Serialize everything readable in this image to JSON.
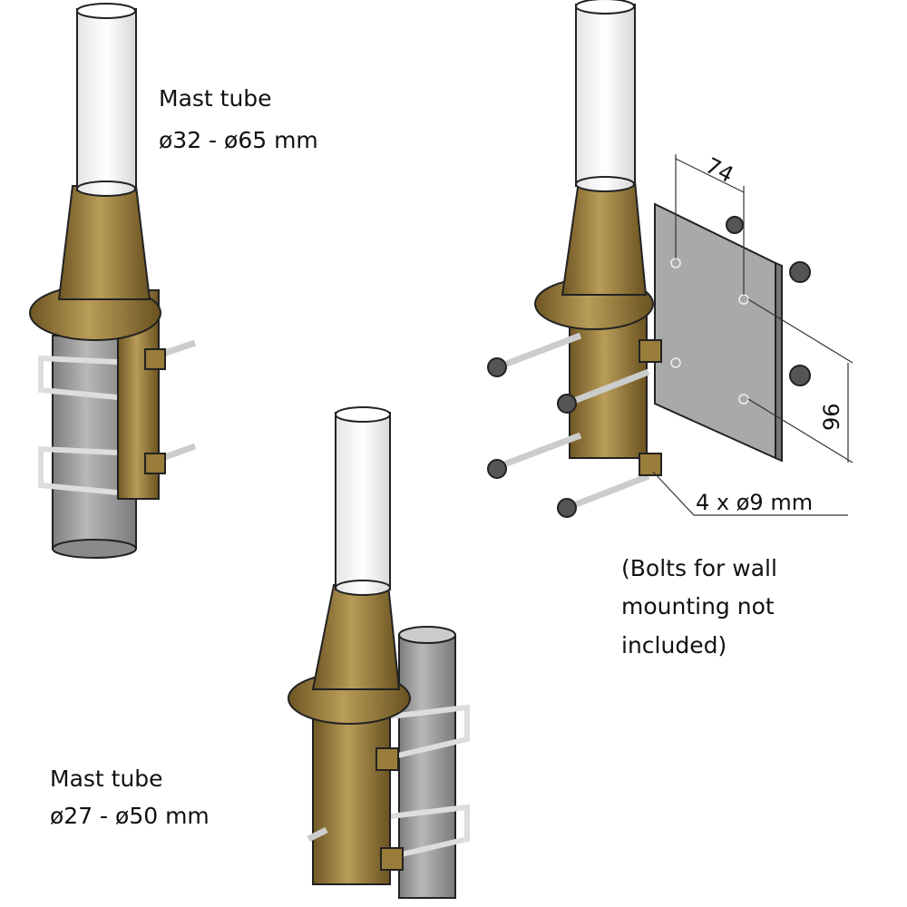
{
  "left_assembly": {
    "label_line1": "Mast tube",
    "label_line2": "ø32 - ø65 mm"
  },
  "bottom_assembly": {
    "label_line1": "Mast tube",
    "label_line2": "ø27 - ø50 mm"
  },
  "wall_assembly": {
    "dim_width": "74",
    "dim_height": "96",
    "hole_spec": "4 x ø9 mm",
    "note_line1": "(Bolts for wall",
    "note_line2": "mounting not",
    "note_line3": "included)"
  },
  "colors": {
    "brass": "#8c7136",
    "brass_light": "#b89c58",
    "tube": "#9c9c9c",
    "plate": "#a7a7a7"
  }
}
